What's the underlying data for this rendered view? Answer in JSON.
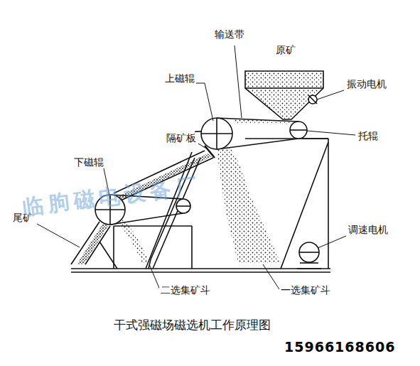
{
  "diagram": {
    "caption": "干式强磁场磁选机工作原理图",
    "labels": [
      "输送带",
      "原矿",
      "上磁辊",
      "振动电机",
      "托辊",
      "隔矿板",
      "下磁辊",
      "尾矿",
      "调速电机",
      "二选集矿斗",
      "一选集矿斗",
      "临朐磁电设备厂",
      "15966168606"
    ]
  }
}
